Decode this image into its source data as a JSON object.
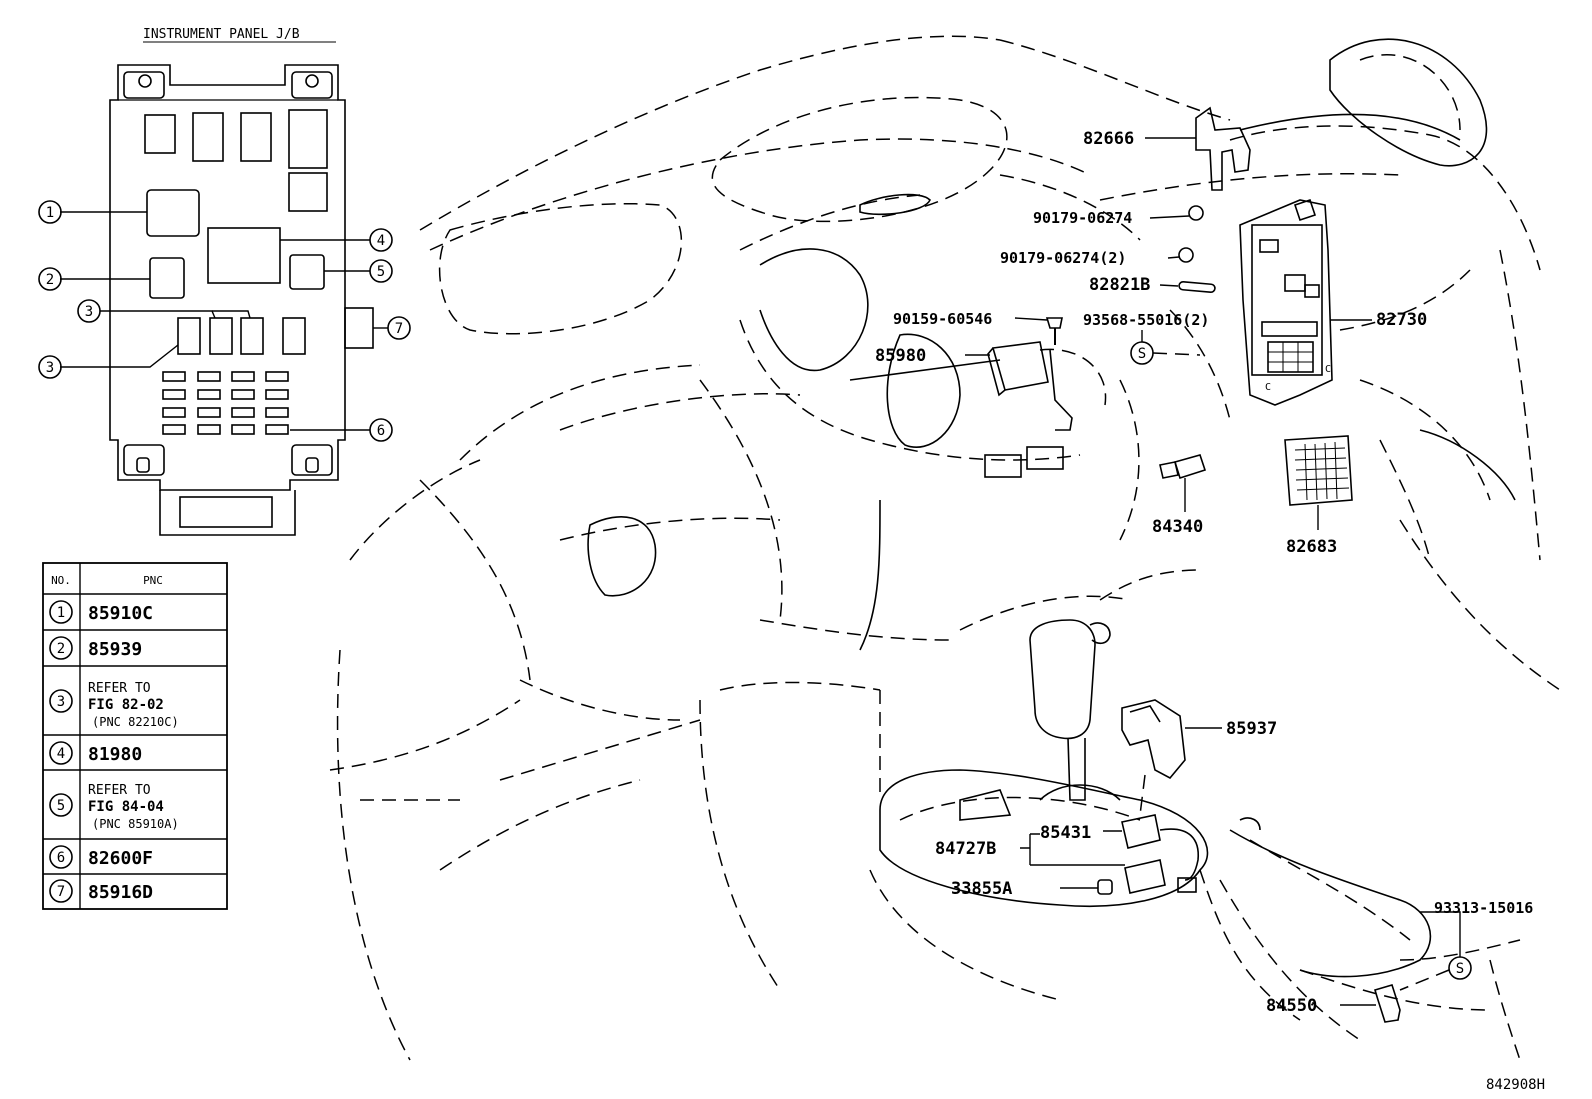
{
  "junction_box": {
    "title": "INSTRUMENT PANEL J/B",
    "callouts": [
      "1",
      "2",
      "3",
      "3",
      "4",
      "5",
      "6",
      "7"
    ]
  },
  "pnc_table": {
    "headers": [
      "NO.",
      "PNC"
    ],
    "rows": [
      {
        "no": "1",
        "lines": [
          "85910C"
        ]
      },
      {
        "no": "2",
        "lines": [
          "85939"
        ]
      },
      {
        "no": "3",
        "lines": [
          "REFER TO",
          "FIG 82-02",
          "(PNC 82210C)"
        ]
      },
      {
        "no": "4",
        "lines": [
          "81980"
        ]
      },
      {
        "no": "5",
        "lines": [
          "REFER TO",
          "FIG 84-04",
          "(PNC 85910A)"
        ]
      },
      {
        "no": "6",
        "lines": [
          "82600F"
        ]
      },
      {
        "no": "7",
        "lines": [
          "85916D"
        ]
      }
    ]
  },
  "part_labels": {
    "p82666": "82666",
    "p90179a": "90179-06274",
    "p90179b": "90179-06274(2)",
    "p82821b": "82821B",
    "p90159": "90159-60546",
    "p93568": "93568-55016(2)",
    "p82730": "82730",
    "p85980": "85980",
    "p84340": "84340",
    "p82683": "82683",
    "p85937": "85937",
    "p85431": "85431",
    "p84727b": "84727B",
    "p33855a": "33855A",
    "p93313": "93313-15016",
    "p84550": "84550",
    "s_mark": "S"
  },
  "figure_code": "842908H"
}
